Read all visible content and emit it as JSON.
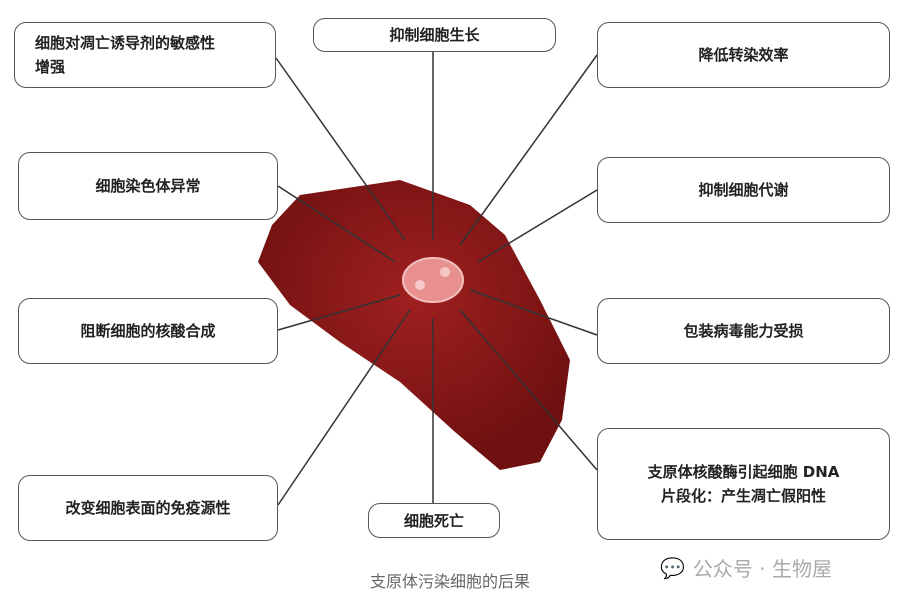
{
  "boxes": {
    "sensitivity": "细胞对凋亡诱导剂的敏感性\n增强",
    "growth": "抑制细胞生长",
    "transfection": "降低转染效率",
    "chromosome": "细胞染色体异常",
    "metabolism": "抑制细胞代谢",
    "nucleic_acid": "阻断细胞的核酸合成",
    "virus_packaging": "包装病毒能力受损",
    "immunogenicity": "改变细胞表面的免疫源性",
    "death": "细胞死亡",
    "dna_fragmentation": "支原体核酸酶引起细胞 DNA\n片段化：产生凋亡假阳性"
  },
  "caption": "支原体污染细胞的后果",
  "watermark": "公众号 · 生物屋",
  "colors": {
    "cell": "#8b1a1a",
    "nucleus": "#e89090",
    "line": "#333333"
  }
}
